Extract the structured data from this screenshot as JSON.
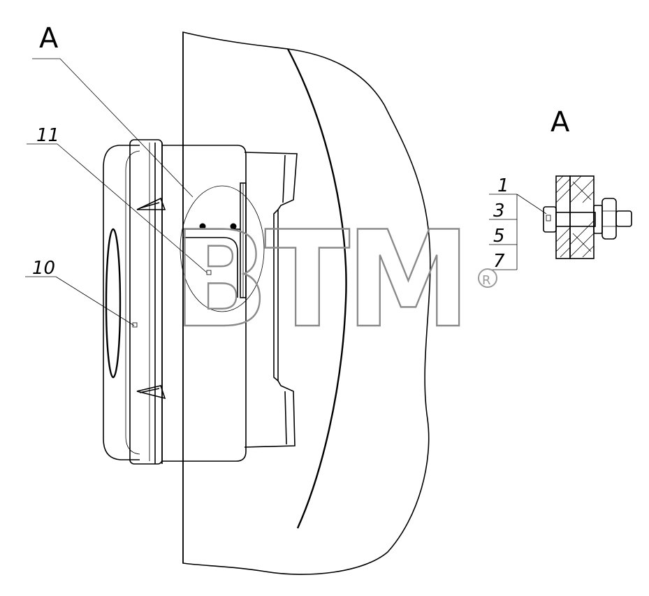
{
  "view_labels": {
    "main": "A",
    "detail": "A"
  },
  "callouts": {
    "c11": "11",
    "c10": "10",
    "c1": "1",
    "c3": "3",
    "c5": "5",
    "c7": "7"
  },
  "watermark": {
    "text": "BTM",
    "registered": "®"
  }
}
